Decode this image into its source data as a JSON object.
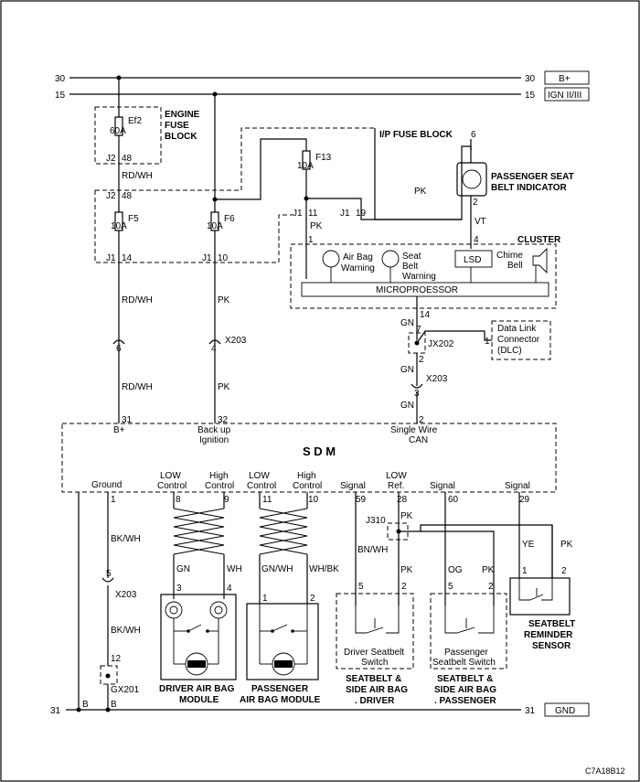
{
  "buses": {
    "b_plus": {
      "num_left": "30",
      "num_right": "30",
      "label": "B+"
    },
    "ign": {
      "num_left": "15",
      "num_right": "15",
      "label": "IGN II/III"
    },
    "gnd": {
      "num_left": "31",
      "num_right": "31",
      "label": "GND"
    }
  },
  "engine_fuse_block": {
    "title_1": "ENGINE",
    "title_2": "FUSE",
    "title_3": "BLOCK",
    "ef2": {
      "name": "Ef2",
      "rating": "60A"
    },
    "conn_top": {
      "j": "J2",
      "pin": "48"
    },
    "wire": "RD/WH",
    "conn_mid": {
      "j": "J2",
      "pin": "48"
    },
    "f5": {
      "name": "F5",
      "rating": "10A",
      "j": "J1",
      "pin": "14"
    },
    "f6": {
      "name": "F6",
      "rating": "10A",
      "j": "J1",
      "pin": "10"
    }
  },
  "ip_fuse_block": {
    "title": "I/P FUSE BLOCK",
    "f13": {
      "name": "F13",
      "rating": "10A"
    },
    "j11": {
      "j": "J1",
      "pin": "11"
    },
    "j19": {
      "j": "J1",
      "pin": "19"
    },
    "wire_pk_1": "PK",
    "wire_pk_2": "PK",
    "pin_1": "1"
  },
  "passenger_indicator": {
    "title_1": "PASSENGER SEAT",
    "title_2": "BELT INDICATOR",
    "pin_top": "6",
    "pin_bot": "2",
    "wire": "VT",
    "pin_4": "4"
  },
  "cluster": {
    "title": "CLUSTER",
    "airbag_1": "Air Bag",
    "airbag_2": "Warning",
    "seatbelt_1": "Seat",
    "seatbelt_2": "Belt",
    "seatbelt_3": "Warning",
    "lsd": "LSD",
    "chime_1": "Chime",
    "chime_2": "Bell",
    "micro": "MICROPROESSOR",
    "pin_14": "14"
  },
  "can_line": {
    "gn_1": "GN",
    "jx202_top": "7",
    "jx202": "JX202",
    "jx202_bot": "2",
    "gn_2": "GN",
    "x203_pin": "3",
    "x203": "X203",
    "gn_3": "GN",
    "pin_2": "2"
  },
  "dlc": {
    "pin": "1",
    "l1": "Data Link",
    "l2": "Connector",
    "l3": "(DLC)"
  },
  "x203_upper": {
    "name": "X203",
    "pin_6": "6",
    "pin_4": "4",
    "rdwh_a": "RD/WH",
    "pk_a": "PK",
    "rdwh_b": "RD/WH",
    "pk_b": "PK"
  },
  "sdm": {
    "title": "S D M",
    "pin_31": "31",
    "b_plus": "B+",
    "pin_32": "32",
    "backup_1": "Back up",
    "backup_2": "Ignition",
    "swcan_1": "Single Wire",
    "swcan_2": "CAN",
    "ground": "Ground",
    "pin_ground": "1",
    "low1_a": "LOW",
    "low1_b": "Control",
    "pin_8": "8",
    "high1_a": "High",
    "high1_b": "Control",
    "pin_9": "9",
    "low2_a": "LOW",
    "low2_b": "Control",
    "pin_11": "11",
    "high2_a": "High",
    "high2_b": "Control",
    "pin_10": "10",
    "sig1": "Signal",
    "pin_59": "59",
    "lowref_a": "LOW",
    "lowref_b": "Ref.",
    "pin_28": "28",
    "sig2": "Signal",
    "pin_60": "60",
    "sig3": "Signal",
    "pin_29": "29"
  },
  "lower_ground": {
    "bkwh_1": "BK/WH",
    "x203_pin": "5",
    "x203": "X203",
    "bkwh_2": "BK/WH",
    "gx201_pin": "12",
    "gx201": "GX201",
    "b1": "B",
    "b2": "B"
  },
  "driver_module": {
    "wire_gn": "GN",
    "wire_wh": "WH",
    "pin_3": "3",
    "pin_4": "4",
    "title_1": "DRIVER AIR BAG",
    "title_2": "MODULE"
  },
  "passenger_module": {
    "wire_gnwh": "GN/WH",
    "wire_whbk": "WH/BK",
    "pin_1": "1",
    "pin_2": "2",
    "title_1": "PASSENGER",
    "title_2": "AIR BAG MODULE"
  },
  "j310": {
    "name": "J310",
    "pk_top": "PK"
  },
  "driver_seatbelt": {
    "wire_bnwh": "BN/WH",
    "wire_pk": "PK",
    "pin_5": "5",
    "pin_2": "2",
    "sw_1": "Driver Seatbelt",
    "sw_2": "Switch",
    "title_1": "SEATBELT &",
    "title_2": "SIDE AIR BAG",
    "title_3": ". DRIVER"
  },
  "pass_seatbelt": {
    "wire_og": "OG",
    "wire_pk": "PK",
    "pin_5": "5",
    "pin_2": "2",
    "sw_1": "Passenger",
    "sw_2": "Seatbelt Switch",
    "title_1": "SEATBELT &",
    "title_2": "SIDE AIR BAG",
    "title_3": ". PASSENGER"
  },
  "reminder": {
    "wire_ye": "YE",
    "wire_pk": "PK",
    "pin_1": "1",
    "pin_2": "2",
    "title_1": "SEATBELT",
    "title_2": "REMINDER",
    "title_3": "SENSOR"
  },
  "footer_code": "C7A18B12"
}
